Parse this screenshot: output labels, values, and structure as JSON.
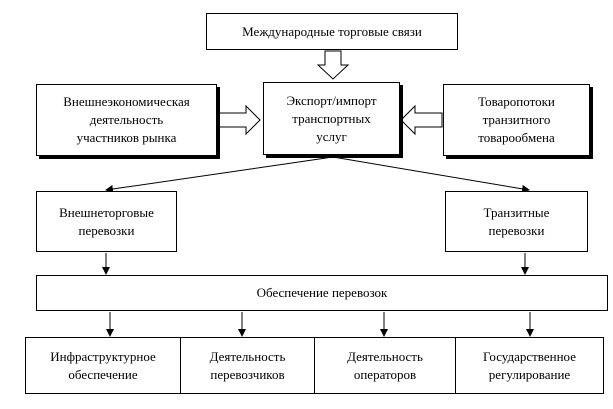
{
  "diagram": {
    "top": "Международные торговые связи",
    "left": "Внешнеэкономическая\nдеятельность\nучастников рынка",
    "center": "Экспорт/импорт\nтранспортных\nуслуг",
    "right": "Товаропотоки\nтранзитного\nтоварообмена",
    "mid_left": "Внешнеторговые\nперевозки",
    "mid_right": "Транзитные\nперевозки",
    "wide": "Обеспечение перевозок",
    "bottom": [
      "Инфраструктурное\nобеспечение",
      "Деятельность\nперевозчиков",
      "Деятельность\nоператоров",
      "Государственное\nрегулирование"
    ]
  }
}
